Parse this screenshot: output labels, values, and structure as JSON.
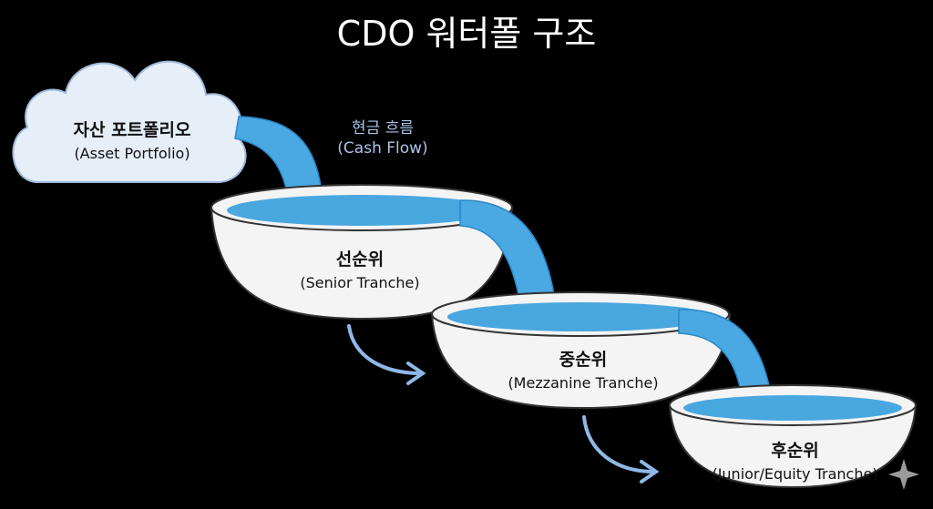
{
  "title": "CDO 워터폴 구조",
  "source": {
    "label_ko": "자산 포트폴리오",
    "label_en": "(Asset Portfolio)"
  },
  "cash_flow": {
    "label_ko": "현금 흐름",
    "label_en": "(Cash Flow)"
  },
  "tranches": [
    {
      "label_ko": "선순위",
      "label_en": "(Senior Tranche)"
    },
    {
      "label_ko": "중순위",
      "label_en": "(Mezzanine Tranche)"
    },
    {
      "label_ko": "후순위",
      "label_en": "(Junior/Equity Tranche)"
    }
  ],
  "colors": {
    "water": "#49a7e0",
    "water_dark": "#2b87c8",
    "bowl": "#f4f4f4",
    "cloud": "#e6eef8",
    "arrow": "#8fb8e6"
  }
}
